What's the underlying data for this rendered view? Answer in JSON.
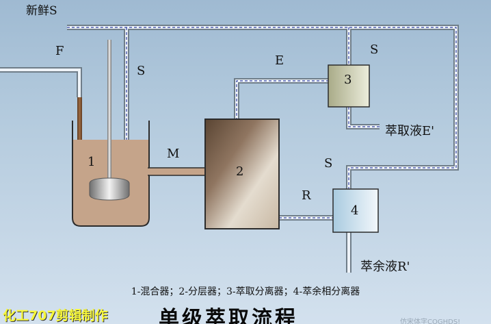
{
  "labels": {
    "fresh_solvent": "新鲜S",
    "feed": "F",
    "solvent_down": "S",
    "solvent_right": "S",
    "solvent_mid": "S",
    "extract_line": "E",
    "mixture": "M",
    "raffinate_line": "R",
    "extract_product": "萃取液E'",
    "raffinate_product": "萃余液R'"
  },
  "units": {
    "u1": "1",
    "u2": "2",
    "u3": "3",
    "u4": "4"
  },
  "caption": "1-混合器；2-分层器；3-萃取分离器；4-萃余相分离器",
  "credit": "化工707剪辑制作",
  "title": "单级萃取流程",
  "watermark": "仿宋体字COGHDS!"
}
